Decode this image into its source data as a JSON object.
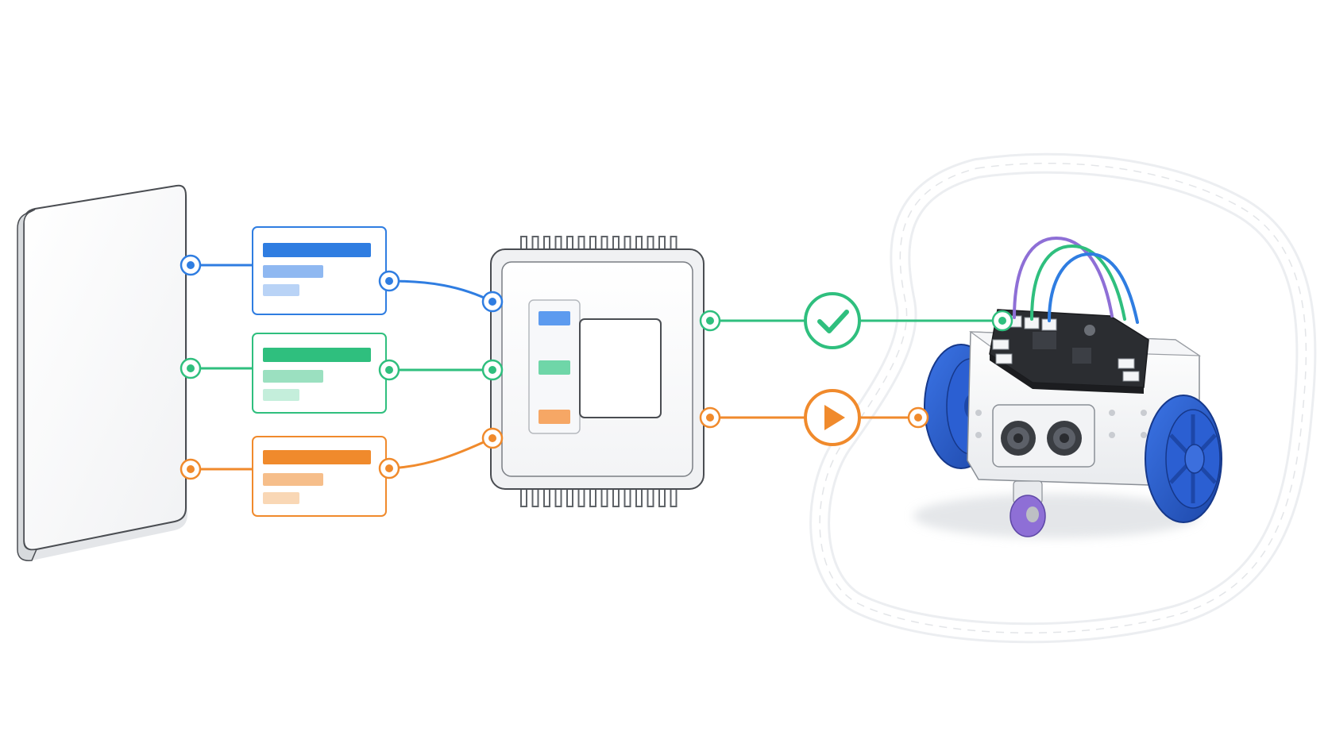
{
  "colors": {
    "blue": "#2f7de1",
    "green": "#2fbf7e",
    "orange": "#f08a2c",
    "purple": "#8e6fd6",
    "wheel_blue": "#2a5fd0",
    "pcb_dark": "#2b2d31",
    "outline": "#5f6368",
    "track": "#e6e8eb"
  },
  "pipeline": {
    "input_streams": [
      {
        "name": "blue-stream",
        "color": "blue"
      },
      {
        "name": "green-stream",
        "color": "green"
      },
      {
        "name": "orange-stream",
        "color": "orange"
      }
    ],
    "outputs": [
      {
        "name": "check-output",
        "icon": "check-icon",
        "color": "green"
      },
      {
        "name": "play-output",
        "icon": "play-icon",
        "color": "orange"
      }
    ]
  }
}
